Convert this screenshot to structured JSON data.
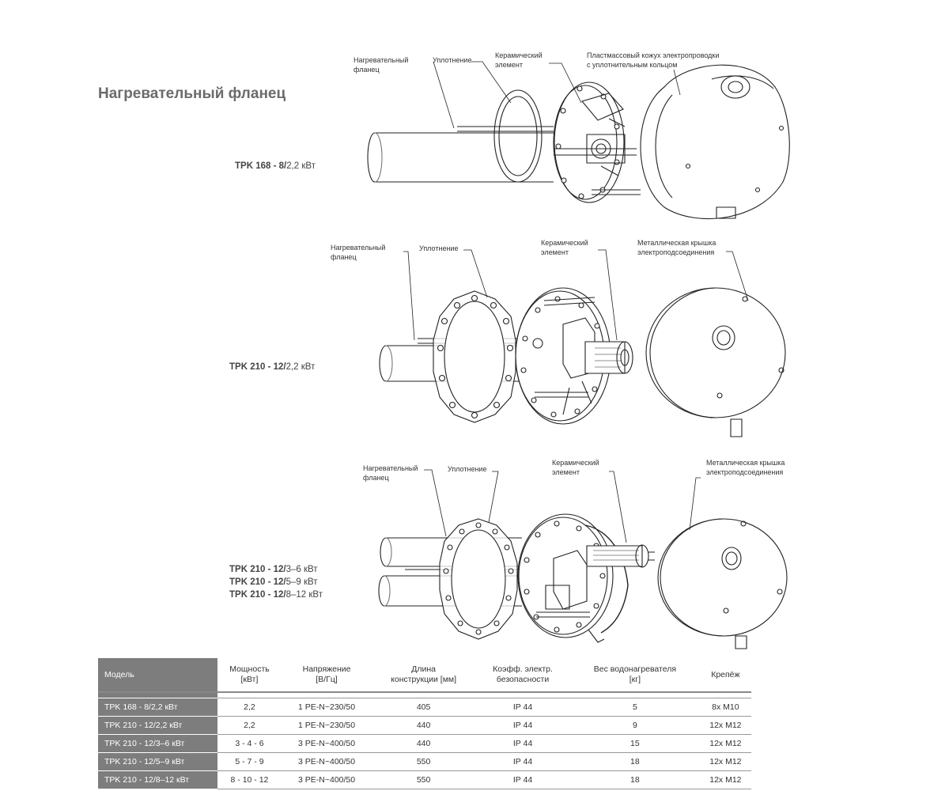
{
  "page": {
    "title": "Нагревательный фланец"
  },
  "assemblies": [
    {
      "model_bold": "TPK 168 - 8/",
      "model_power": "2,2 кВт",
      "callouts": {
        "flange": "Нагревательный\nфланец",
        "gasket": "Уплотнение",
        "ceramic": "Керамический\nэлемент",
        "cover": "Пластмассовый кожух электропроводки\nс уплотнительным кольцом"
      }
    },
    {
      "model_bold": "TPK 210 - 12/",
      "model_power": "2,2 кВт",
      "callouts": {
        "flange": "Нагревательный\nфланец",
        "gasket": "Уплотнение",
        "ceramic": "Керамический\nэлемент",
        "cover": "Металлическая крышка\nэлектроподсоединения"
      }
    },
    {
      "models": [
        {
          "bold": "TPK 210 - 12/",
          "power": "3–6 кВт"
        },
        {
          "bold": "TPK 210 - 12/",
          "power": "5–9 кВт"
        },
        {
          "bold": "TPK 210 - 12/",
          "power": "8–12 кВт"
        }
      ],
      "callouts": {
        "flange": "Нагревательный\nфланец",
        "gasket": "Уплотнение",
        "ceramic": "Керамический\nэлемент",
        "cover": "Металлическая крышка\nэлектроподсоединения"
      }
    }
  ],
  "table": {
    "headers": [
      "Модель",
      "Мощность\n[кВт]",
      "Напряжение\n[В/Гц]",
      "Длина\nконструкции [мм]",
      "Коэфф. электр.\nбезопасности",
      "Вес водонагревателя\n[кг]",
      "Крепёж"
    ],
    "rows": [
      [
        "TPK 168 - 8/2,2 кВт",
        "2,2",
        "1 PE-N~230/50",
        "405",
        "IP 44",
        "5",
        "8x M10"
      ],
      [
        "TPK 210 - 12/2,2 кВт",
        "2,2",
        "1 PE-N~230/50",
        "440",
        "IP 44",
        "9",
        "12x M12"
      ],
      [
        "TPK 210 - 12/3–6 кВт",
        "3 - 4 - 6",
        "3 PE-N~400/50",
        "440",
        "IP 44",
        "15",
        "12x M12"
      ],
      [
        "TPK 210 - 12/5–9 кВт",
        "5 - 7 - 9",
        "3 PE-N~400/50",
        "550",
        "IP 44",
        "18",
        "12x M12"
      ],
      [
        "TPK 210 - 12/8–12 кВт",
        "8 - 10 - 12",
        "3 PE-N~400/50",
        "550",
        "IP 44",
        "18",
        "12x M12"
      ]
    ]
  }
}
